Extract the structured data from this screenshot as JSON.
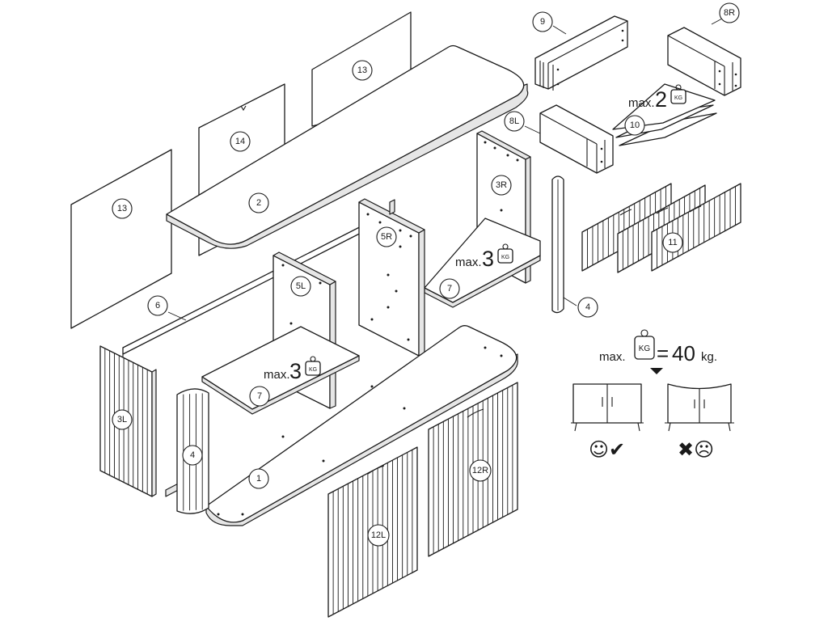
{
  "parts": [
    {
      "id": "p13a",
      "label": "13"
    },
    {
      "id": "p14",
      "label": "14"
    },
    {
      "id": "p13b",
      "label": "13"
    },
    {
      "id": "p2",
      "label": "2"
    },
    {
      "id": "p6",
      "label": "6"
    },
    {
      "id": "p3L",
      "label": "3L"
    },
    {
      "id": "p4a",
      "label": "4"
    },
    {
      "id": "p5L",
      "label": "5L"
    },
    {
      "id": "p7a",
      "label": "7"
    },
    {
      "id": "p5R",
      "label": "5R"
    },
    {
      "id": "p3R",
      "label": "3R"
    },
    {
      "id": "p7b",
      "label": "7"
    },
    {
      "id": "p4b",
      "label": "4"
    },
    {
      "id": "p1",
      "label": "1"
    },
    {
      "id": "p12L",
      "label": "12L"
    },
    {
      "id": "p12R",
      "label": "12R"
    },
    {
      "id": "p9",
      "label": "9"
    },
    {
      "id": "p8R",
      "label": "8R"
    },
    {
      "id": "p8L",
      "label": "8L"
    },
    {
      "id": "p10",
      "label": "10"
    },
    {
      "id": "p11",
      "label": "11"
    }
  ],
  "load_limits": [
    {
      "id": "shelf_left",
      "prefix": "max.",
      "value": "3",
      "unit": "KG"
    },
    {
      "id": "shelf_right",
      "prefix": "max.",
      "value": "3",
      "unit": "KG"
    },
    {
      "id": "drawer",
      "prefix": "max.",
      "value": "2",
      "unit": "KG"
    }
  ],
  "total_load": {
    "prefix": "max.",
    "unit": "KG",
    "equals": "=",
    "value": "40",
    "suffix": "kg."
  },
  "indicators": {
    "ok": "☺✔",
    "bad": "✖☹"
  }
}
